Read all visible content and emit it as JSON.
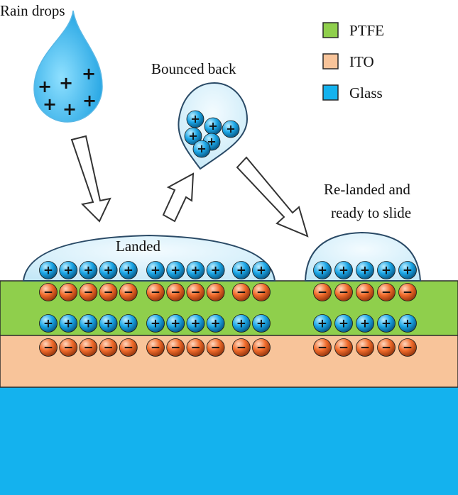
{
  "labels": {
    "rain_drops": "Rain drops",
    "bounced_back": "Bounced back",
    "landed": "Landed",
    "relanded_line1": "Re-landed and",
    "relanded_line2": "ready to slide"
  },
  "legend": [
    {
      "name": "PTFE",
      "color": "#8fcf4c"
    },
    {
      "name": "ITO",
      "color": "#f8c49a"
    },
    {
      "name": "Glass",
      "color": "#14b2ee"
    }
  ],
  "symbols": {
    "positive": "+",
    "negative": "−"
  },
  "colors": {
    "ptfe": "#8fcf4c",
    "ito": "#f8c49a",
    "glass": "#14b2ee",
    "droplet_fill": "#d7f1fb",
    "positive_charge": "#1ba6e6",
    "negative_charge": "#f06a2a",
    "outline": "#2a2a2a"
  },
  "charge_counts": {
    "landed_group": 11,
    "relanded_group": 5,
    "rain_drop": 6,
    "bounced_drop": 6
  }
}
